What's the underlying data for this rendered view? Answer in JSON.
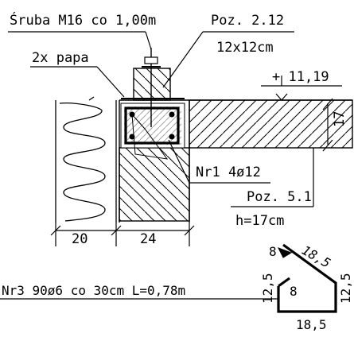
{
  "labels": {
    "bolt": "Śruba M16 co 1,00m",
    "pos212_line1": "Poz. 2.12",
    "pos212_line2": "12x12cm",
    "membrane": "2x papa",
    "level": "+ 11,19",
    "thickness_tag": "17",
    "rebar_nr1": "Nr1 4ø12",
    "pos51_line1": "Poz. 5.1",
    "pos51_line2": "h=17cm",
    "dim_insulation": "20",
    "dim_wall": "24",
    "stirrup_callout": "Nr3 90ø6 co 30cm L=0,78m",
    "stirrup_left": "12,5",
    "stirrup_right": "12,5",
    "stirrup_bottom": "18,5",
    "stirrup_inner": "8",
    "stirrup_top_short": "8",
    "stirrup_diagonal": "18,5"
  },
  "colors": {
    "line": "#000000",
    "background": "#ffffff"
  }
}
